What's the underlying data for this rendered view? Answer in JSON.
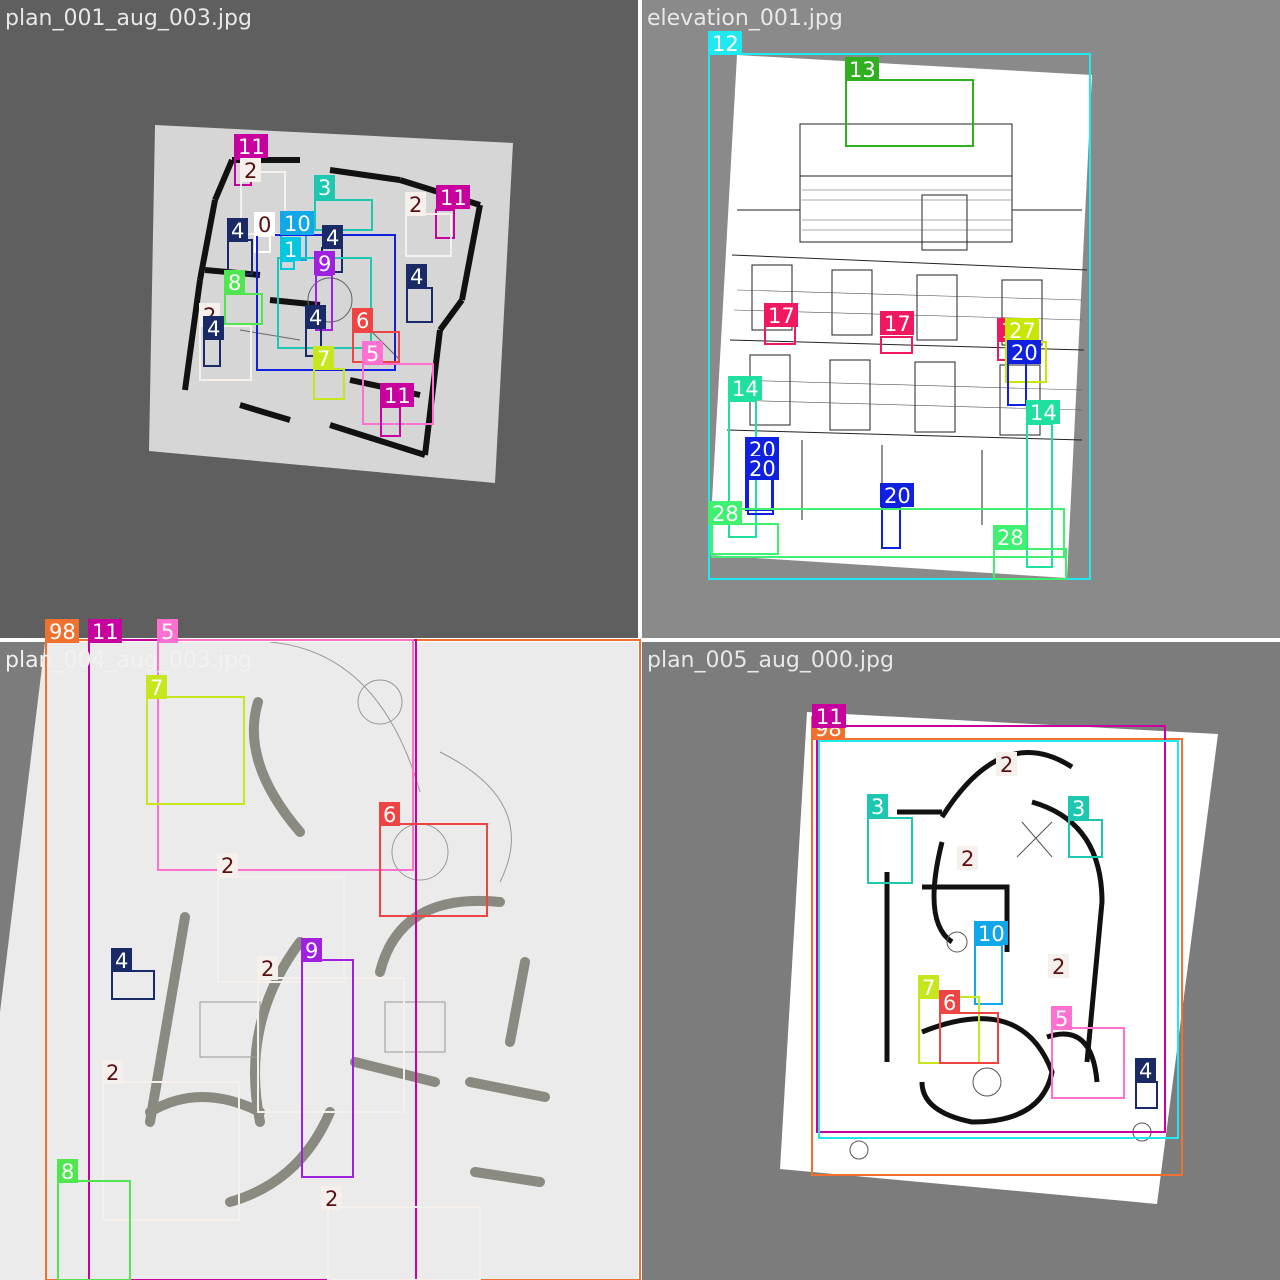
{
  "tiles": [
    {
      "filename": "plan_001_aug_003.jpg"
    },
    {
      "filename": "elevation_001.jpg"
    },
    {
      "filename": "plan_004_aug_003.jpg"
    },
    {
      "filename": "plan_005_aug_000.jpg"
    }
  ],
  "colors": {
    "0": "#ffffff",
    "1": "#00c8e0",
    "2": "#f5f0ec",
    "3": "#1ec8b0",
    "4": "#1a2a66",
    "5": "#ff70d0",
    "6": "#ee4444",
    "7": "#c8e61e",
    "8": "#50e650",
    "9": "#a020e0",
    "10": "#10a8e8",
    "11": "#c8009e",
    "12": "#20e8f0",
    "13": "#30b020",
    "14": "#20e0a0",
    "17": "#f01860",
    "20": "#1020e0",
    "27": "#c8e600",
    "28": "#40f070",
    "98": "#f07030"
  }
}
